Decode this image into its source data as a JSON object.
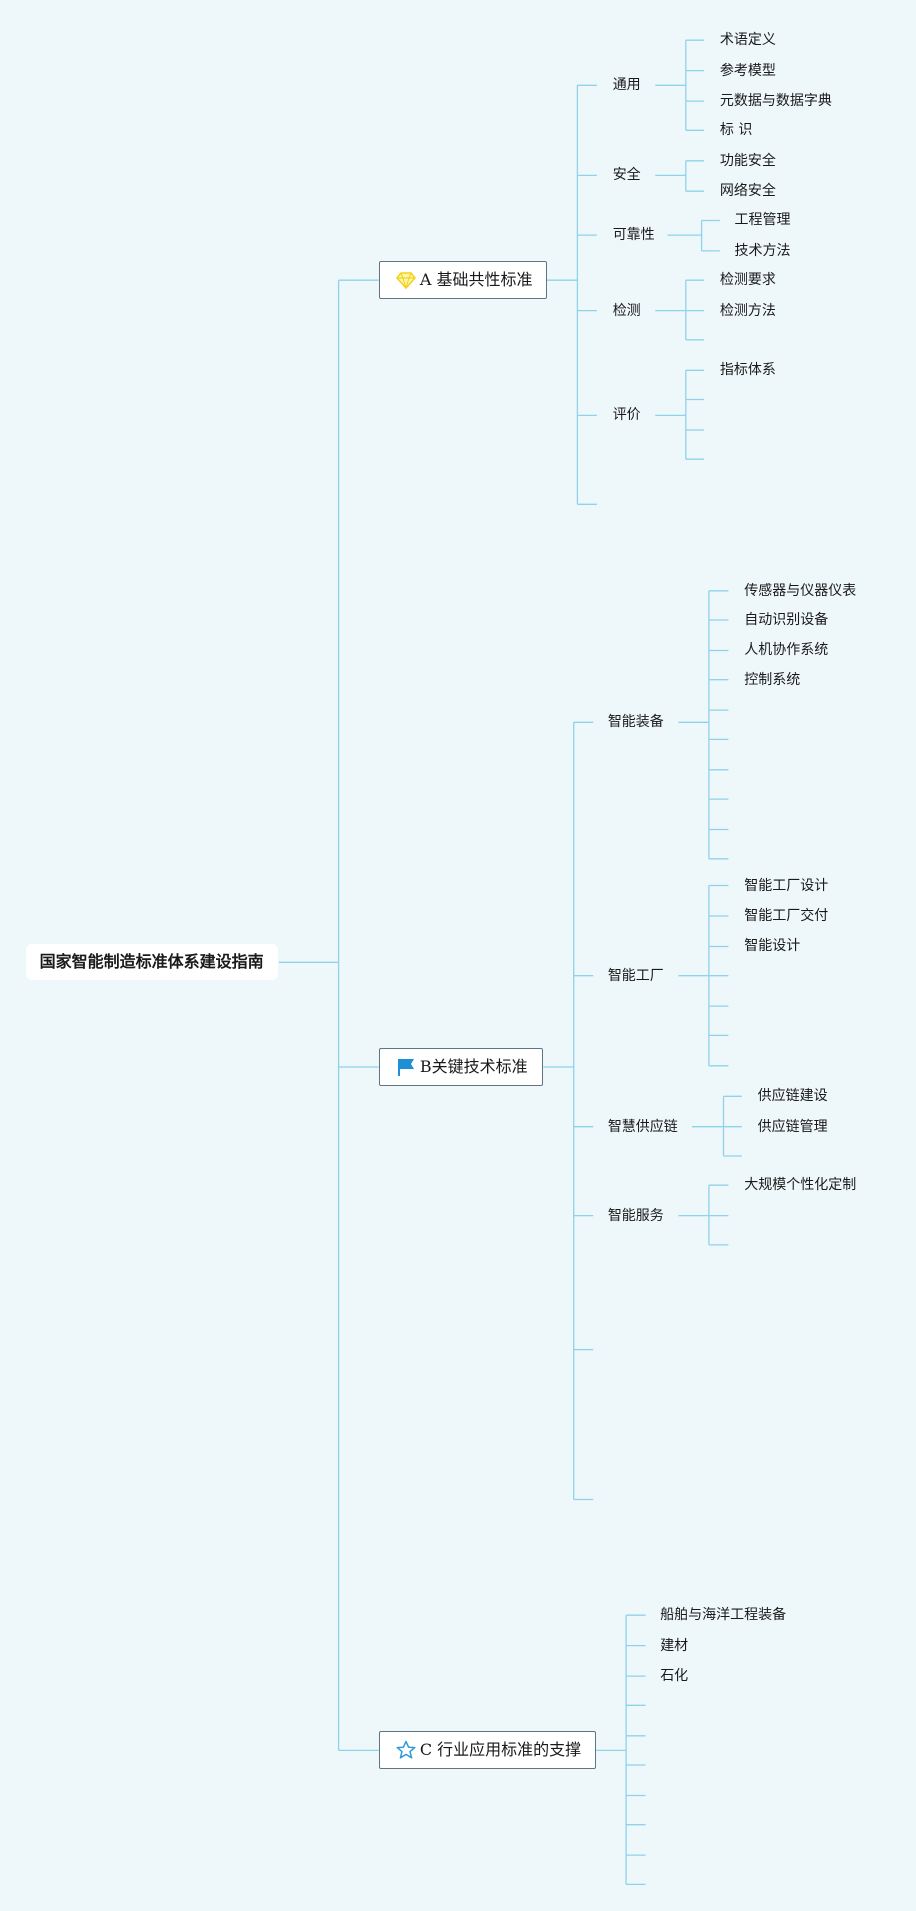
{
  "title": "国家智能制造标准体系建设指南",
  "branches": [
    {
      "label": "A 基础共性标准",
      "icon": "gem-icon",
      "children": [
        {
          "label": "通用",
          "children": [
            "术语定义",
            "参考模型",
            "元数据与数据字典",
            "标 识"
          ]
        },
        {
          "label": "安全",
          "children": [
            "功能安全",
            "网络安全"
          ]
        },
        {
          "label": "可靠性",
          "children": [
            "工程管理",
            "技术方法"
          ]
        },
        {
          "label": "检测",
          "children": [
            "检测要求",
            "检测方法",
            ""
          ]
        },
        {
          "label": "评价",
          "children": [
            "指标体系",
            "",
            "",
            ""
          ]
        },
        {
          "label": "",
          "children": []
        }
      ]
    },
    {
      "label": "B关键技术标准",
      "icon": "flag-icon",
      "children": [
        {
          "label": "智能装备",
          "children": [
            "传感器与仪器仪表",
            "自动识别设备",
            "人机协作系统",
            "控制系统",
            "",
            "",
            "",
            "",
            "",
            ""
          ]
        },
        {
          "label": "智能工厂",
          "children": [
            "智能工厂设计",
            "智能工厂交付",
            "智能设计",
            "",
            "",
            "",
            ""
          ]
        },
        {
          "label": "智慧供应链",
          "children": [
            "供应链建设",
            "供应链管理",
            ""
          ]
        },
        {
          "label": "智能服务",
          "children": [
            "大规模个性化定制",
            "",
            ""
          ]
        },
        {
          "label": "",
          "children": []
        },
        {
          "label": "",
          "children": []
        }
      ]
    },
    {
      "label": "C 行业应用标准的支撑",
      "icon": "star-icon",
      "children": [
        {
          "label": "船舶与海洋工程装备",
          "children": []
        },
        {
          "label": "建材",
          "children": []
        },
        {
          "label": "石化",
          "children": []
        },
        {
          "label": "",
          "children": []
        },
        {
          "label": "",
          "children": []
        },
        {
          "label": "",
          "children": []
        },
        {
          "label": "",
          "children": []
        },
        {
          "label": "",
          "children": []
        },
        {
          "label": "",
          "children": []
        },
        {
          "label": "",
          "children": []
        }
      ]
    }
  ],
  "colors": {
    "background": "#eef7fa",
    "connector": "#8fd3ea",
    "text": "#1a1a1a",
    "gem": "#f2d21c",
    "flag": "#1f8fd6",
    "star": "#2f9ad8"
  }
}
